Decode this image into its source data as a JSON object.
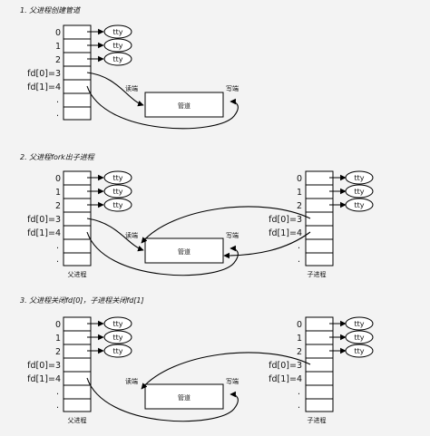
{
  "sections": [
    {
      "title": "1. 父进程创建管道",
      "pipe_label": "管道",
      "read_label": "读端",
      "write_label": "写端"
    },
    {
      "title": "2. 父进程fork出子进程",
      "pipe_label": "管道",
      "read_label": "读端",
      "write_label": "写端",
      "parent_label": "父进程",
      "child_label": "子进程"
    },
    {
      "title": "3. 父进程关闭fd[0]，子进程关闭fd[1]",
      "pipe_label": "管道",
      "read_label": "读端",
      "write_label": "写端",
      "parent_label": "父进程",
      "child_label": "子进程"
    }
  ],
  "fd_labels": [
    "0",
    "1",
    "2",
    "fd[0]=3",
    "fd[1]=4"
  ],
  "tty_label": "tty",
  "dots": "."
}
